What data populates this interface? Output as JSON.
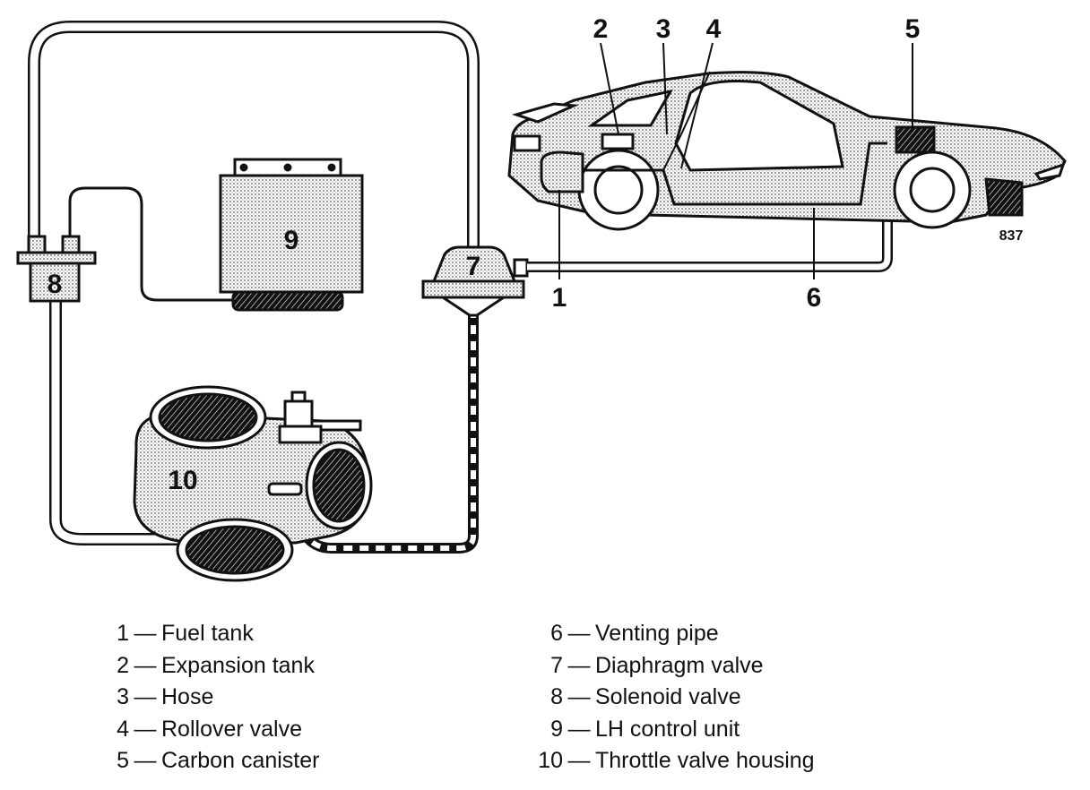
{
  "diagram": {
    "callouts": {
      "c1": "1",
      "c2": "2",
      "c3": "3",
      "c4": "4",
      "c5": "5",
      "c6": "6",
      "c7": "7",
      "c8": "8",
      "c9": "9",
      "c10": "10"
    },
    "figure_number": "837"
  },
  "legend": {
    "dash": "—",
    "left": [
      {
        "num": "1",
        "label": "Fuel tank"
      },
      {
        "num": "2",
        "label": "Expansion tank"
      },
      {
        "num": "3",
        "label": "Hose"
      },
      {
        "num": "4",
        "label": "Rollover valve"
      },
      {
        "num": "5",
        "label": "Carbon canister"
      }
    ],
    "right": [
      {
        "num": "6",
        "label": "Venting pipe"
      },
      {
        "num": "7",
        "label": "Diaphragm valve"
      },
      {
        "num": "8",
        "label": "Solenoid valve"
      },
      {
        "num": "9",
        "label": "LH control unit"
      },
      {
        "num": "10",
        "label": "Throttle valve housing"
      }
    ]
  },
  "colors": {
    "ink": "#111111",
    "paper": "#ffffff",
    "shade": "#d9d9d9"
  }
}
